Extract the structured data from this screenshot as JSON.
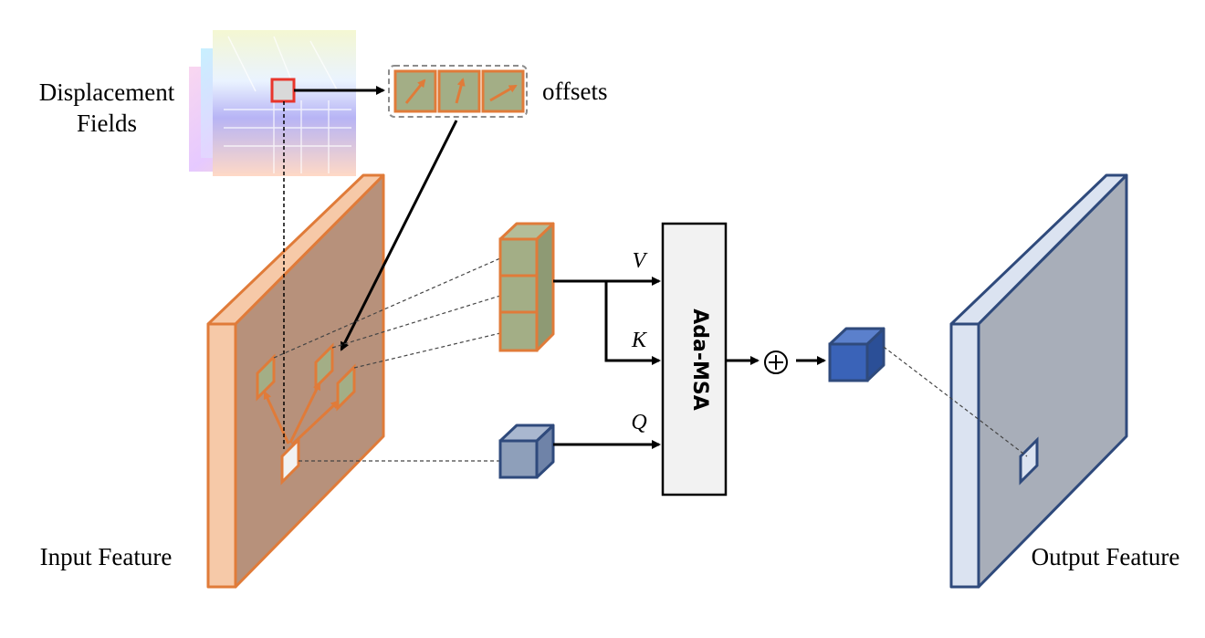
{
  "labels": {
    "displacement_line1": "Displacement",
    "displacement_line2": "Fields",
    "offsets": "offsets",
    "input_feature": "Input Feature",
    "output_feature": "Output Feature",
    "v": "V",
    "k": "K",
    "q": "Q",
    "ada_msa": "Ada-MSA",
    "plus": "⊕"
  },
  "colors": {
    "orange": "#e07b39",
    "orange_light": "#f6c9a8",
    "brown_face": "#b7917b",
    "green_cube": "#a3ae86",
    "green_dark": "#8e9a74",
    "blue_dark": "#2f4a7c",
    "blue_light": "#dbe3f1",
    "gray_face": "#a8aeb9",
    "q_cube": "#8e9fba",
    "out_cube": "#3a63b8",
    "box_fill": "#f2f2f2",
    "red_square": "#e8352b"
  },
  "icons": [
    "offset-arrow-icon",
    "plus-circle-icon"
  ]
}
